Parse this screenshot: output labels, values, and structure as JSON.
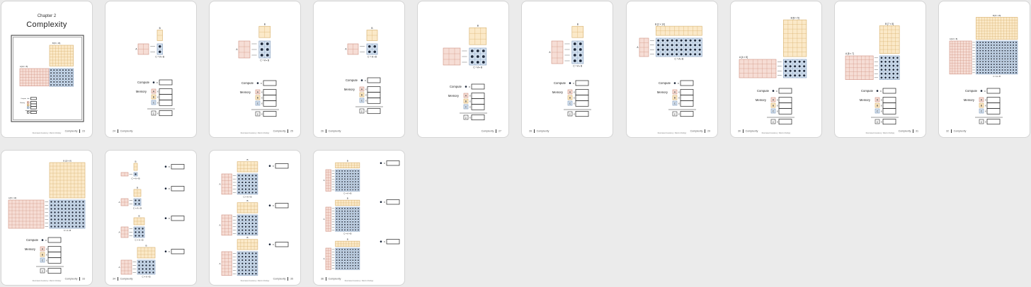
{
  "colors": {
    "a_fill": "#f6ddd5",
    "a_line": "#cf8f80",
    "b_fill": "#fbe9c8",
    "b_line": "#d6ae68",
    "c_fill": "#d6e3f1",
    "c_line": "#7e98b8",
    "dot": "#1f2a3c",
    "frame": "#333333"
  },
  "chapter": {
    "label": "Chapter 2",
    "title": "Complexity"
  },
  "diagram_labels": {
    "a": "A",
    "b": "B",
    "c_eq": "C = A • B",
    "compute": "Compute",
    "memory": "Memory",
    "x": "x",
    "sigma": "Σ"
  },
  "footers": {
    "center": "Illustrated Academy: Matrix Multiply",
    "p23": {
      "section": "Complexity",
      "num": "23"
    },
    "p24": {
      "section": "Complexity",
      "num": "24"
    },
    "p25": {
      "section": "Complexity",
      "num": "25"
    },
    "p26": {
      "section": "Complexity",
      "num": "26"
    },
    "p27": {
      "section": "Complexity",
      "num": "27"
    },
    "p28": {
      "section": "Complexity",
      "num": "28"
    },
    "p29": {
      "section": "Complexity",
      "num": "29"
    },
    "p30": {
      "section": "Complexity",
      "num": "30"
    },
    "p31": {
      "section": "Complexity",
      "num": "31"
    },
    "p32": {
      "section": "Complexity",
      "num": "32"
    },
    "p33": {
      "section": "Complexity",
      "num": "33"
    },
    "p34": {
      "section": "Complexity",
      "num": "34"
    },
    "p35": {
      "section": "Complexity",
      "num": "35"
    },
    "p36": {
      "section": "Complexity",
      "num": "36"
    }
  },
  "matrix_labels": {
    "p29_b": "B [2 × 10]",
    "p29_a": "A",
    "p30_b": "B [8 × 5]",
    "p30_a": "A [4 × 8]",
    "p31_b": "B [7 × 5]",
    "p31_a": "A [8 × 7]",
    "p32_b": "B [8 × 15]",
    "p32_a": "A [12 × 8]",
    "p33_b": "B [10 × 8]",
    "p33_a": "A [8 × 10]"
  },
  "pages": [
    {
      "id": "p23",
      "footer": "right"
    },
    {
      "id": "p24",
      "footer": "left"
    },
    {
      "id": "p25",
      "footer": "right"
    },
    {
      "id": "p26",
      "footer": "left"
    },
    {
      "id": "p27",
      "footer": "right"
    },
    {
      "id": "p28",
      "footer": "left"
    },
    {
      "id": "p29",
      "footer": "right"
    },
    {
      "id": "p30",
      "footer": "left"
    },
    {
      "id": "p31",
      "footer": "right"
    },
    {
      "id": "p32",
      "footer": "left"
    },
    {
      "id": "p33",
      "footer": "right"
    },
    {
      "id": "p34",
      "footer": "left"
    },
    {
      "id": "p35",
      "footer": "right"
    },
    {
      "id": "p36",
      "footer": "left"
    }
  ]
}
